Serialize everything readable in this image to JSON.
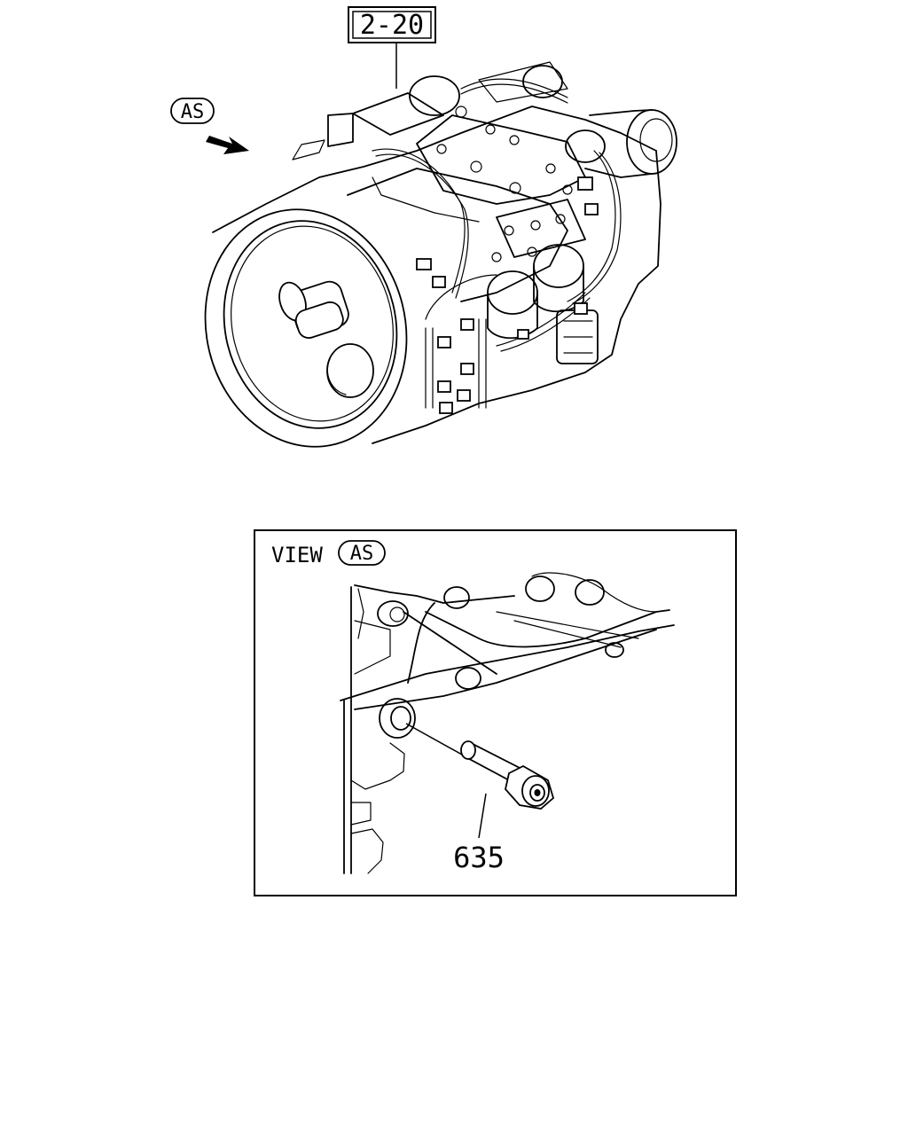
{
  "ref_box": {
    "label": "2-20"
  },
  "view_tag": {
    "label": "AS"
  },
  "inset": {
    "title": "VIEW",
    "tag": "AS",
    "part_number": "635"
  },
  "icons": {
    "view_arrow": "direction-arrow-icon"
  }
}
